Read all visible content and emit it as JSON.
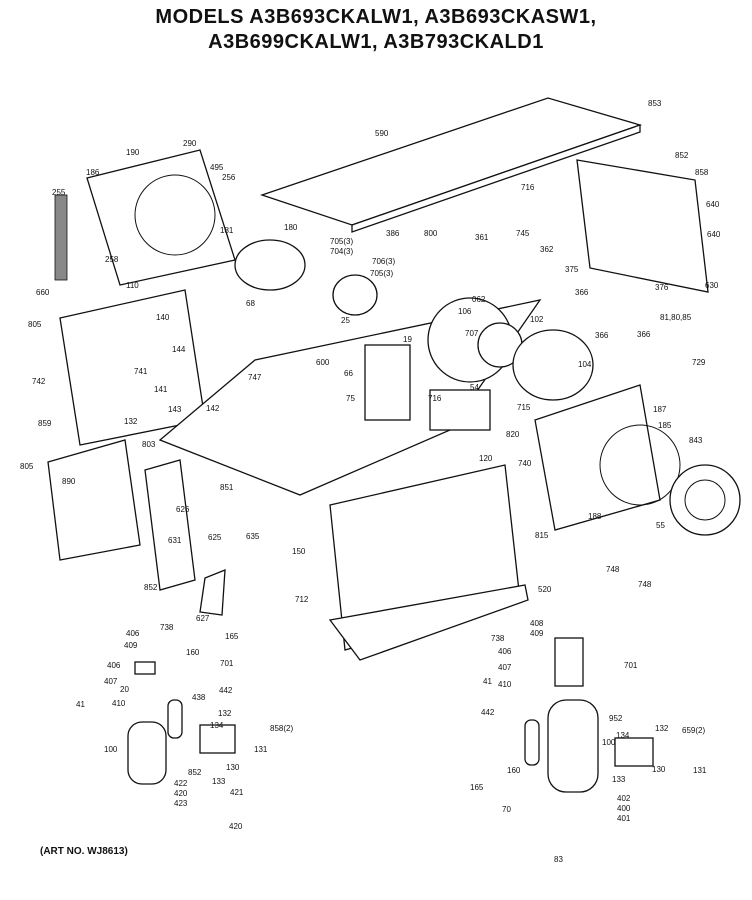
{
  "title": {
    "line1": "MODELS A3B693CKALW1, A3B693CKASW1,",
    "line2": "A3B699CKALW1, A3B793CKALD1"
  },
  "art_no": "(ART NO. WJ8613)",
  "parts": [
    {
      "label": "853"
    },
    {
      "label": "590"
    },
    {
      "label": "852"
    },
    {
      "label": "858"
    },
    {
      "label": "640"
    },
    {
      "label": "640"
    },
    {
      "label": "630"
    },
    {
      "label": "290"
    },
    {
      "label": "190"
    },
    {
      "label": "186"
    },
    {
      "label": "255"
    },
    {
      "label": "495"
    },
    {
      "label": "256"
    },
    {
      "label": "258"
    },
    {
      "label": "181"
    },
    {
      "label": "180"
    },
    {
      "label": "705(3)"
    },
    {
      "label": "704(3)"
    },
    {
      "label": "386"
    },
    {
      "label": "800"
    },
    {
      "label": "361"
    },
    {
      "label": "745"
    },
    {
      "label": "362"
    },
    {
      "label": "716"
    },
    {
      "label": "706(3)"
    },
    {
      "label": "705(3)"
    },
    {
      "label": "375"
    },
    {
      "label": "660"
    },
    {
      "label": "110"
    },
    {
      "label": "805"
    },
    {
      "label": "140"
    },
    {
      "label": "68"
    },
    {
      "label": "25"
    },
    {
      "label": "062"
    },
    {
      "label": "106"
    },
    {
      "label": "707"
    },
    {
      "label": "102"
    },
    {
      "label": "366"
    },
    {
      "label": "376"
    },
    {
      "label": "81,80,85"
    },
    {
      "label": "366"
    },
    {
      "label": "366"
    },
    {
      "label": "729"
    },
    {
      "label": "742"
    },
    {
      "label": "144"
    },
    {
      "label": "747"
    },
    {
      "label": "741"
    },
    {
      "label": "141"
    },
    {
      "label": "19"
    },
    {
      "label": "600"
    },
    {
      "label": "66"
    },
    {
      "label": "75"
    },
    {
      "label": "104"
    },
    {
      "label": "716"
    },
    {
      "label": "54"
    },
    {
      "label": "715"
    },
    {
      "label": "187"
    },
    {
      "label": "185"
    },
    {
      "label": "843"
    },
    {
      "label": "859"
    },
    {
      "label": "143"
    },
    {
      "label": "142"
    },
    {
      "label": "132"
    },
    {
      "label": "803"
    },
    {
      "label": "820"
    },
    {
      "label": "120"
    },
    {
      "label": "740"
    },
    {
      "label": "805"
    },
    {
      "label": "890"
    },
    {
      "label": "851"
    },
    {
      "label": "815"
    },
    {
      "label": "188"
    },
    {
      "label": "55"
    },
    {
      "label": "626"
    },
    {
      "label": "625"
    },
    {
      "label": "631"
    },
    {
      "label": "635"
    },
    {
      "label": "852"
    },
    {
      "label": "150"
    },
    {
      "label": "748"
    },
    {
      "label": "748"
    },
    {
      "label": "627"
    },
    {
      "label": "712"
    },
    {
      "label": "520"
    },
    {
      "label": "406"
    },
    {
      "label": "409"
    },
    {
      "label": "738"
    },
    {
      "label": "165"
    },
    {
      "label": "160"
    },
    {
      "label": "406"
    },
    {
      "label": "407"
    },
    {
      "label": "20"
    },
    {
      "label": "410"
    },
    {
      "label": "701"
    },
    {
      "label": "442"
    },
    {
      "label": "438"
    },
    {
      "label": "41"
    },
    {
      "label": "132"
    },
    {
      "label": "134"
    },
    {
      "label": "858(2)"
    },
    {
      "label": "100"
    },
    {
      "label": "131"
    },
    {
      "label": "130"
    },
    {
      "label": "852"
    },
    {
      "label": "422"
    },
    {
      "label": "420"
    },
    {
      "label": "423"
    },
    {
      "label": "133"
    },
    {
      "label": "421"
    },
    {
      "label": "420"
    },
    {
      "label": "738"
    },
    {
      "label": "408"
    },
    {
      "label": "409"
    },
    {
      "label": "406"
    },
    {
      "label": "407"
    },
    {
      "label": "410"
    },
    {
      "label": "701"
    },
    {
      "label": "41"
    },
    {
      "label": "442"
    },
    {
      "label": "952"
    },
    {
      "label": "132"
    },
    {
      "label": "134"
    },
    {
      "label": "100"
    },
    {
      "label": "659(2)"
    },
    {
      "label": "160"
    },
    {
      "label": "133"
    },
    {
      "label": "130"
    },
    {
      "label": "131"
    },
    {
      "label": "165"
    },
    {
      "label": "402"
    },
    {
      "label": "400"
    },
    {
      "label": "401"
    },
    {
      "label": "70"
    },
    {
      "label": "83"
    }
  ]
}
